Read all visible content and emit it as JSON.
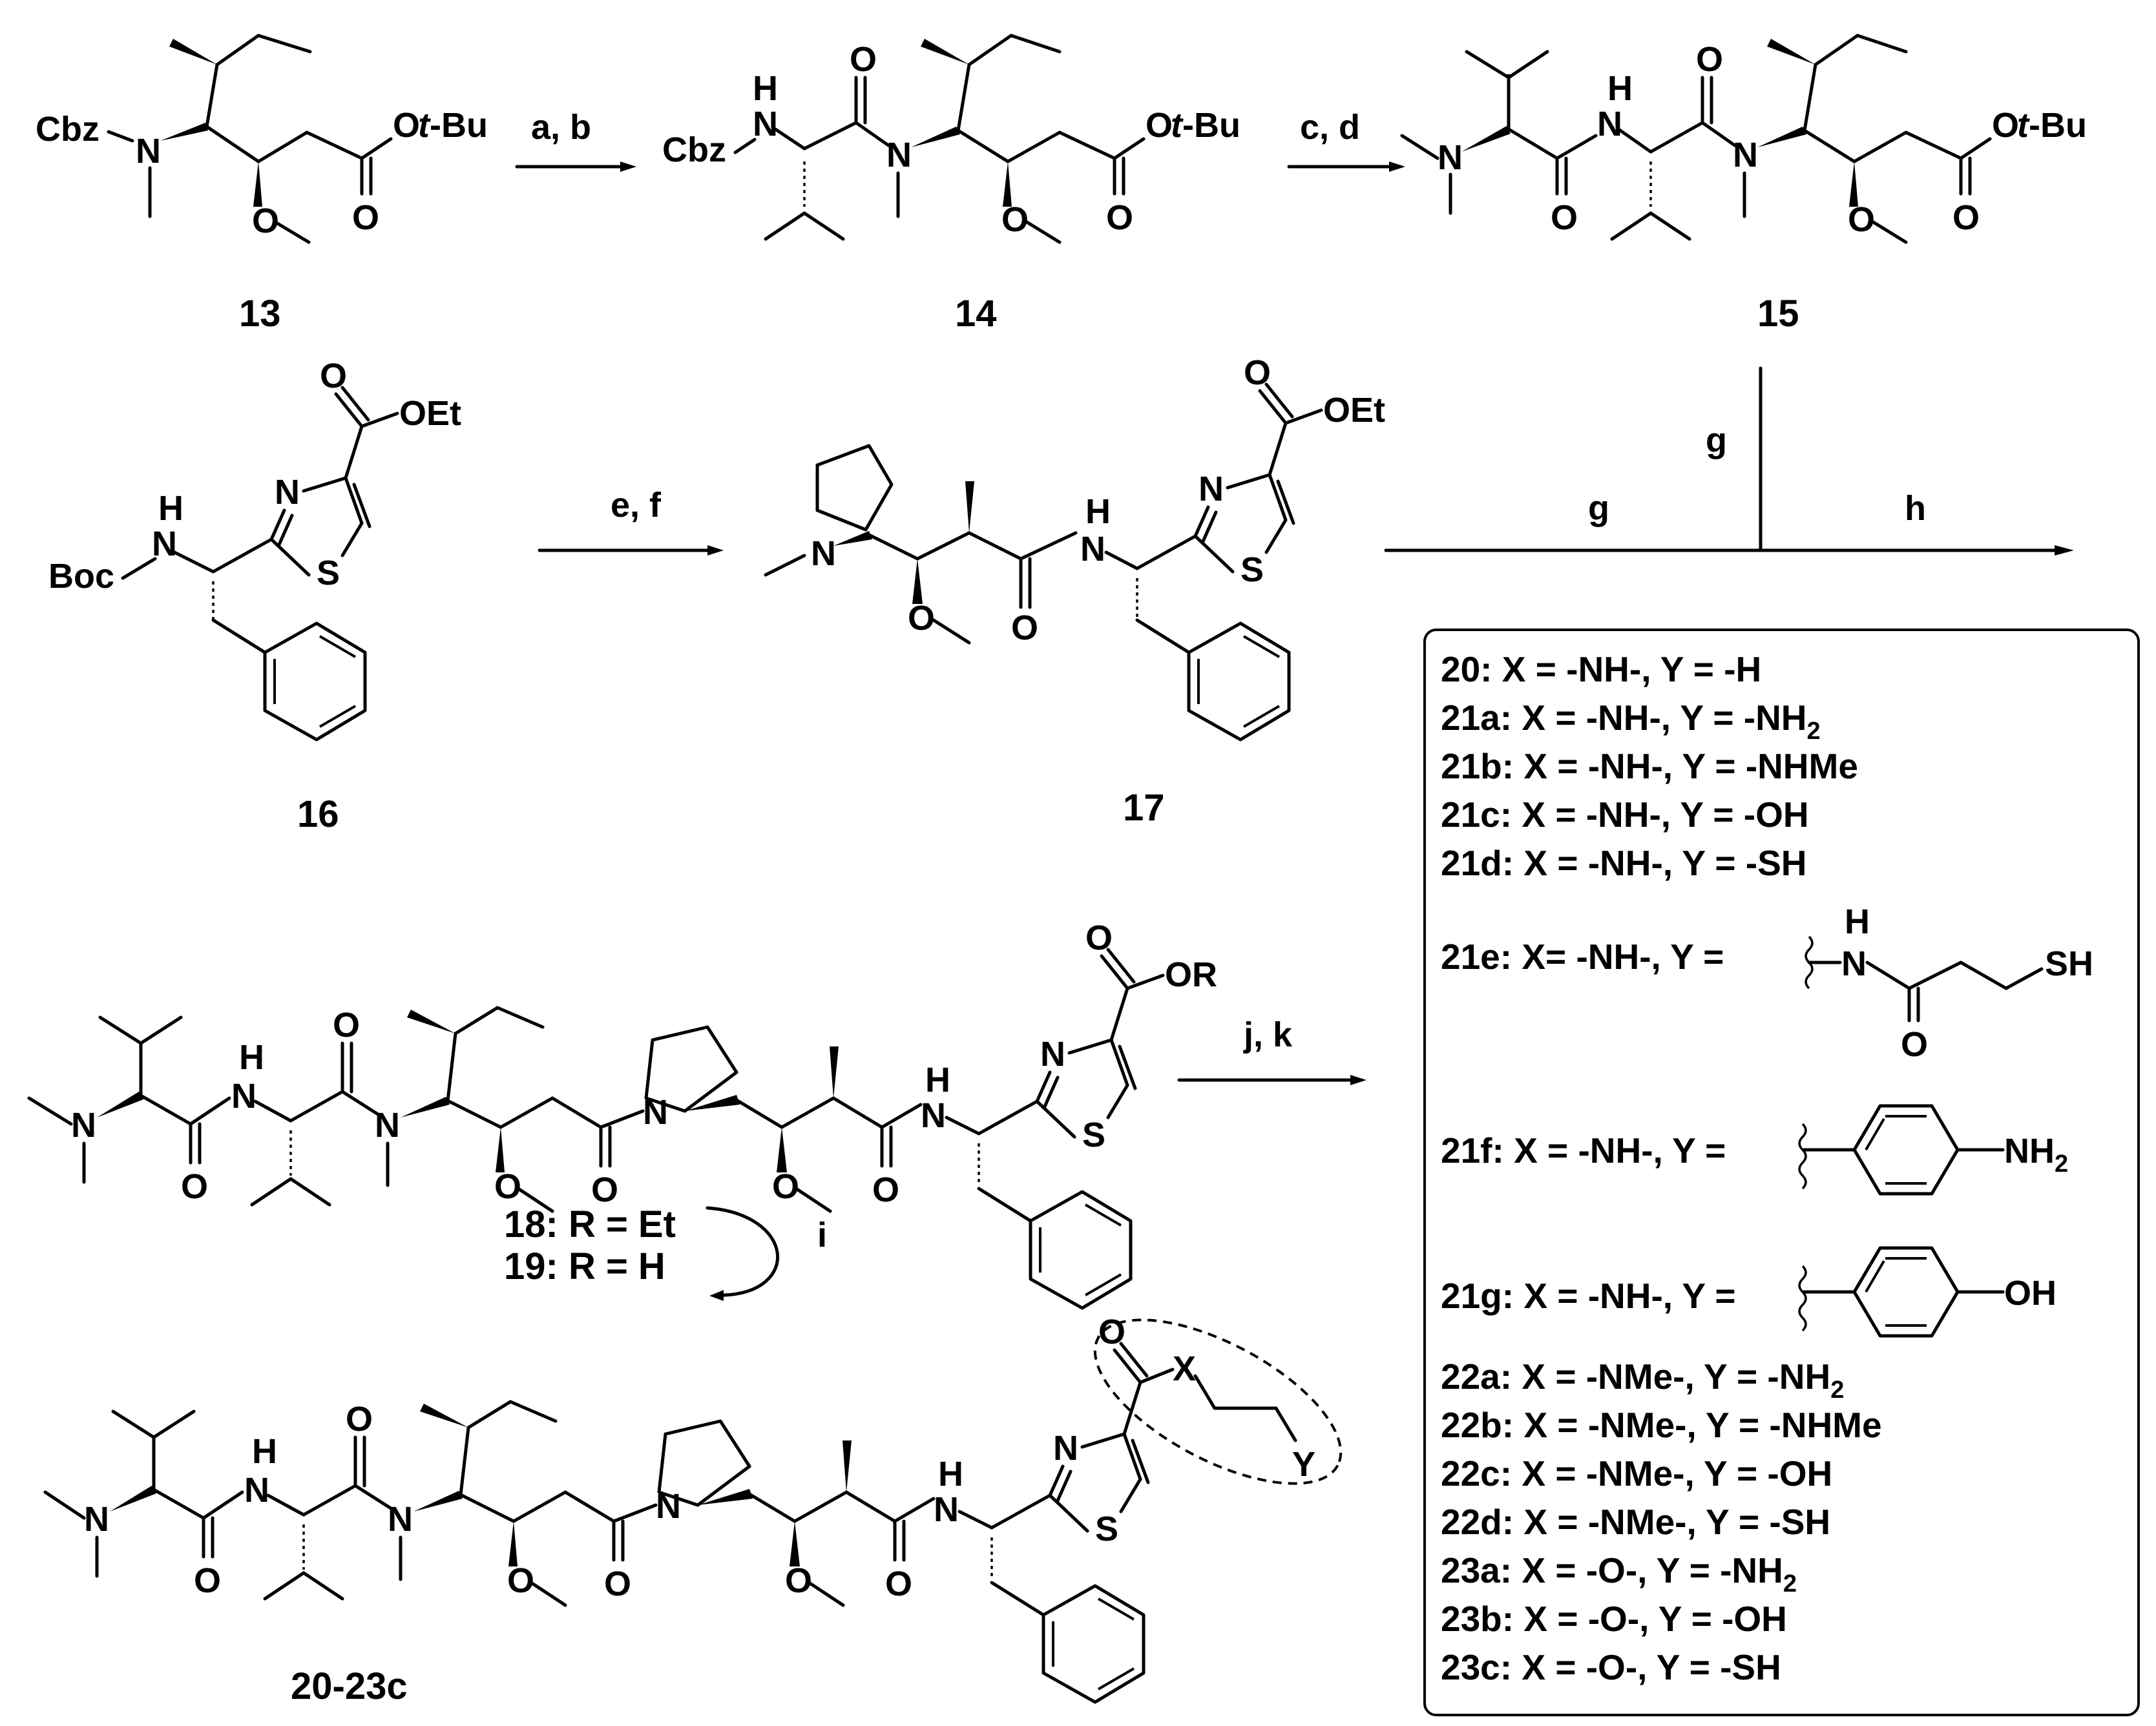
{
  "compounds": {
    "c13": "13",
    "c14": "14",
    "c15": "15",
    "c16": "16",
    "c17": "17",
    "c2023c": "20-23c"
  },
  "atoms": {
    "cbz": "Cbz",
    "boc": "Boc",
    "n": "N",
    "h": "H",
    "o": "O",
    "s": "S",
    "otbu_o": "O",
    "otbu_t": "t",
    "otbu_bu": "-Bu",
    "oet": "OEt",
    "or": "OR",
    "x": "X",
    "y": "Y",
    "sh": "SH",
    "nh2": "NH",
    "nh2_sub": "2",
    "oh": "OH"
  },
  "reagents": {
    "ab": "a, b",
    "cd": "c, d",
    "ef": "e, f",
    "g_vert": "g",
    "g": "g",
    "h": "h",
    "jk": "j, k",
    "i": "i"
  },
  "cycle": {
    "r18": "18: R = Et",
    "r19": "19: R = H"
  },
  "table": {
    "rows": [
      {
        "label": "20:",
        "text": " X = -NH-, Y = -H",
        "sub": ""
      },
      {
        "label": "21a:",
        "text": " X = -NH-, Y = -NH",
        "sub": "2"
      },
      {
        "label": "21b:",
        "text": " X = -NH-, Y = -NHMe",
        "sub": ""
      },
      {
        "label": "21c:",
        "text": " X = -NH-, Y = -OH",
        "sub": ""
      },
      {
        "label": "21d:",
        "text": " X = -NH-, Y = -SH",
        "sub": ""
      },
      {
        "label": "21e:",
        "text": " X= -NH-, Y =",
        "sub": ""
      },
      {
        "label": "21f:",
        "text": " X = -NH-, Y =",
        "sub": ""
      },
      {
        "label": "21g:",
        "text": " X = -NH-, Y =",
        "sub": ""
      },
      {
        "label": "22a:",
        "text": " X = -NMe-, Y = -NH",
        "sub": "2"
      },
      {
        "label": "22b:",
        "text": " X = -NMe-, Y = -NHMe",
        "sub": ""
      },
      {
        "label": "22c:",
        "text": " X = -NMe-, Y = -OH",
        "sub": ""
      },
      {
        "label": "22d:",
        "text": " X = -NMe-, Y = -SH",
        "sub": ""
      },
      {
        "label": "23a:",
        "text": " X = -O-, Y = -NH",
        "sub": "2"
      },
      {
        "label": "23b:",
        "text": " X = -O-, Y = -OH",
        "sub": ""
      },
      {
        "label": "23c:",
        "text": " X = -O-, Y = -SH",
        "sub": ""
      }
    ]
  }
}
